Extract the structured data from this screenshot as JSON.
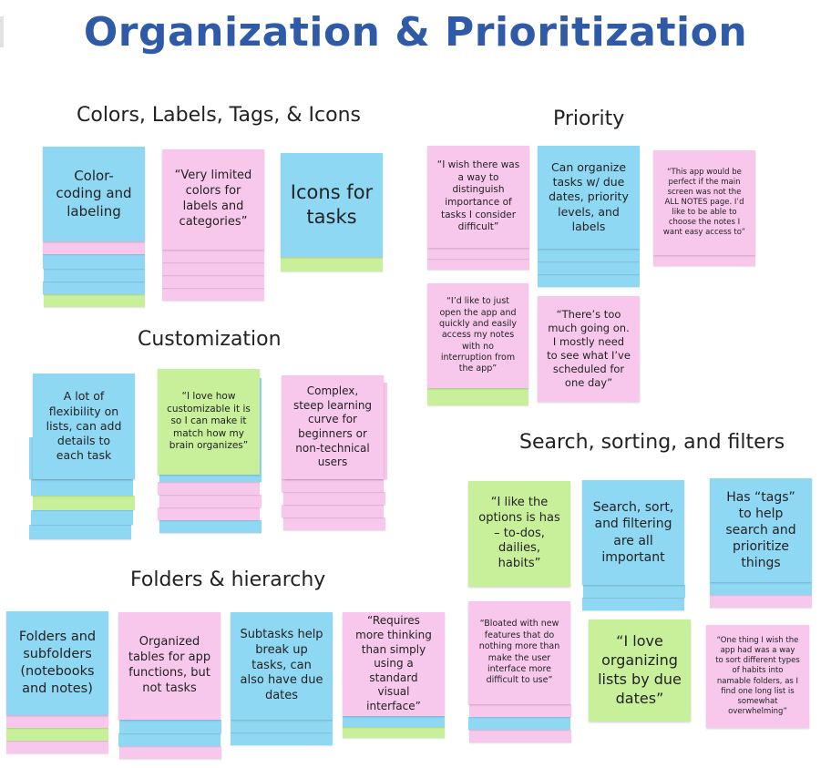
{
  "title": "Organization & Prioritization",
  "sections": {
    "colors": "Colors, Labels, Tags, & Icons",
    "priority": "Priority",
    "customization": "Customization",
    "search": "Search, sorting, and filters",
    "folders": "Folders & hierarchy"
  },
  "notes": {
    "color_coding": "Color-coding and labeling",
    "limited_colors": "“Very limited colors for labels and categories”",
    "icons_tasks": "Icons for tasks",
    "importance": "“I wish there was a way to distinguish importance of tasks I consider difficult”",
    "due_dates": "Can organize tasks w/ due dates, priority levels, and labels",
    "all_notes": "“This app would be perfect if the main screen was not the ALL NOTES page. I’d like to be able to choose the notes I want easy access to”",
    "open_app": "“I’d like to just open the app and quickly and easily access my notes with no interruption from the app”",
    "too_much": "“There’s too much going on. I mostly need to see what I’ve scheduled for one day”",
    "flexibility": "A lot of flexibility on lists, can add details to each task",
    "customizable": "“I love how customizable it is so I can make it match how my brain organizes”",
    "complex": "Complex, steep learning curve for beginners or non-technical users",
    "options": "“I like the options is has – to-dos, dailies, habits”",
    "search_sort": "Search, sort, and filtering are all important",
    "tags": "Has “tags” to help search and prioritize things",
    "bloated": "“Bloated with new features that do nothing more than make the user interface more difficult to use”",
    "love_lists": "“I love organizing lists by due dates”",
    "sort_habits": "“One thing I wish the app had was a way to sort different types of habits into namable folders, as I find one long list is somewhat overwhelming”",
    "folders": "Folders and subfolders (notebooks and notes)",
    "organized_tables": "Organized tables for app functions, but not tasks",
    "subtasks": "Subtasks help break up tasks, can also have due dates",
    "requires_thinking": "“Requires more thinking than simply using a standard visual interface”"
  },
  "colors": {
    "title": "#2e5aa8",
    "blue_note": "#8fd8f4",
    "pink_note": "#f8c8ec",
    "green_note": "#c8ef9a"
  }
}
